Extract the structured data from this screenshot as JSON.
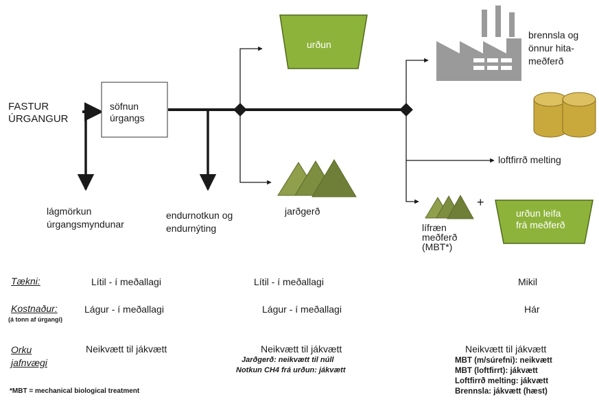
{
  "nodes": {
    "fastur": "FASTUR\nÚRGANGUR",
    "sofnun": "söfnun\núrgangs",
    "urdun": "urðun",
    "jardgerd": "jarðgerð",
    "brennsla": "brennsla og\nönnur hita-\nmeðferð",
    "loftfirrd": "loftfirrð melting",
    "lifraen": "lífræn\nmeðferð\n(MBT*)",
    "plus": "+",
    "urdun_leifa": "urðun leifa\nfrá meðferð",
    "lagmorkun": "lágmörkun\núrgangsmyndunar",
    "endurnotkun": "endurnotkun og\nendurnýting"
  },
  "table": {
    "rows": [
      {
        "label": "Tækni:",
        "sublabel": "",
        "cols": [
          "Lítil - í meðallagi",
          "Lítil - í meðallagi",
          "Mikil"
        ]
      },
      {
        "label": "Kostnaður:",
        "sublabel": "(á tonn af úrgangi)",
        "cols": [
          "Lágur - í meðallagi",
          "Lágur - í meðallagi",
          "Hár"
        ]
      },
      {
        "label": "Orku\njafnvægi",
        "sublabel": "",
        "cols": [
          "Neikvætt til jákvætt",
          "Neikvætt til jákvætt",
          "Neikvætt til jákvætt"
        ]
      }
    ],
    "energy_notes_mid": [
      "Jarðgerð: neikvætt til núll",
      "Notkun CH4 frá urðun: jákvætt"
    ],
    "energy_notes_right": [
      "MBT (m/súrefni): neikvætt",
      "MBT (loftfirrt): jákvætt",
      "Loftfirrð melting: jákvætt",
      "Brennsla: jákvætt (hæst)"
    ]
  },
  "footnote": "*MBT = mechanical biological treatment",
  "colors": {
    "green_fill": "#8db33a",
    "green_dark": "#6f8f2c",
    "pile_light": "#9fb05a",
    "pile_dark": "#6f7d38",
    "factory": "#9a9a9a",
    "cylinder": "#c9a83c",
    "line": "#1a1a1a"
  },
  "icons": [
    "factory-icon",
    "cylinder-tank-icon",
    "compost-pile-icon",
    "landfill-icon"
  ]
}
